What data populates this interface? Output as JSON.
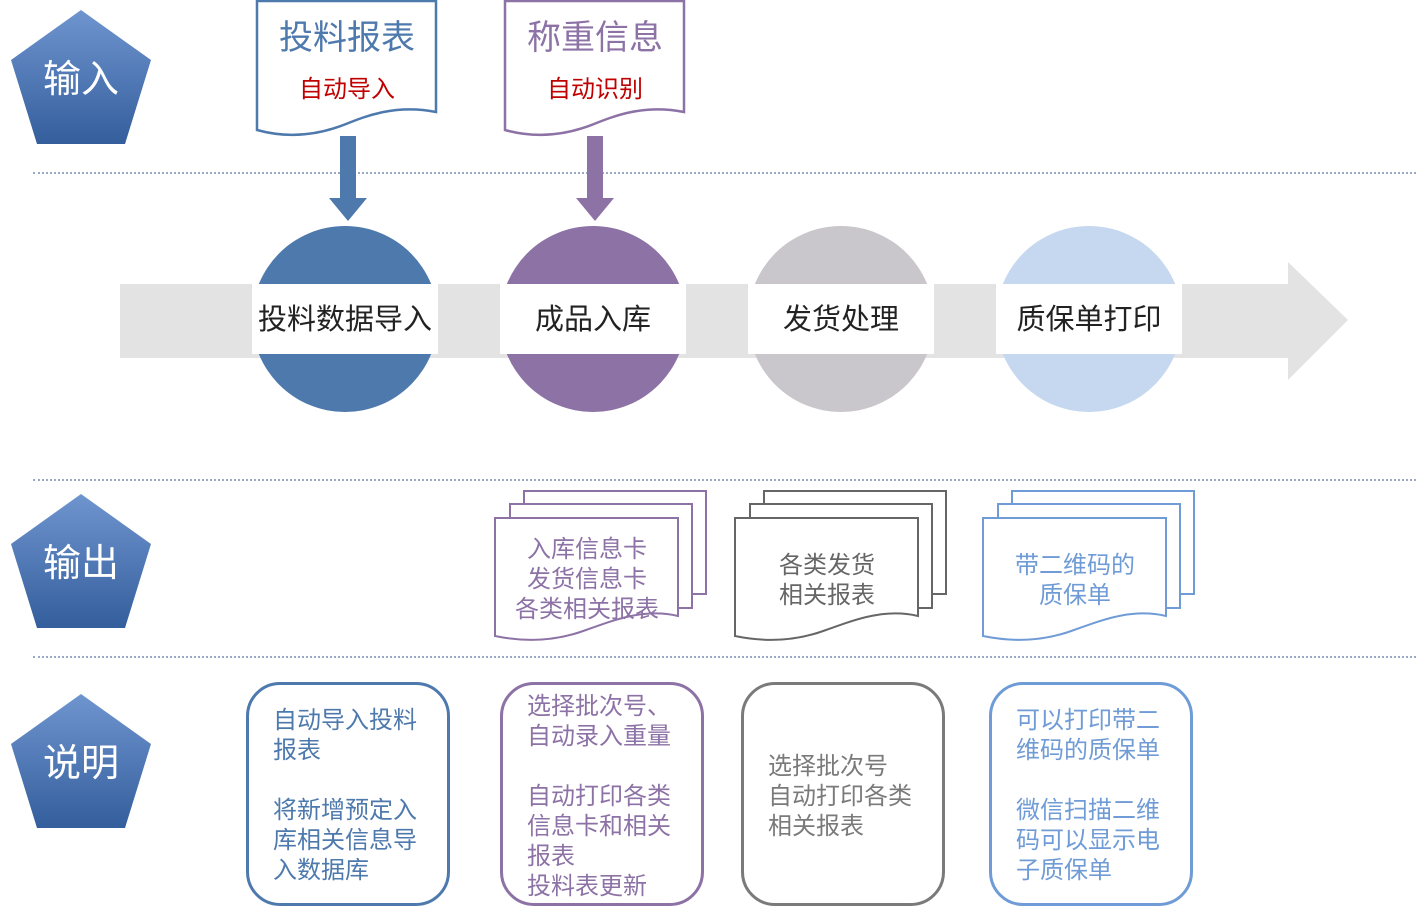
{
  "colors": {
    "blue": "#4e79ad",
    "purple": "#8d72a6",
    "gray": "#c9c6cc",
    "lightblue": "#c5d8f0",
    "red": "#c00000"
  },
  "rows": {
    "input": "输入",
    "output": "输出",
    "notes": "说明"
  },
  "inputs": [
    {
      "title": "投料报表",
      "sub": "自动导入"
    },
    {
      "title": "称重信息",
      "sub": "自动识别"
    }
  ],
  "steps": [
    "投料数据导入",
    "成品入库",
    "发货处理",
    "质保单打印"
  ],
  "outputs": [
    {
      "lines": [
        "入库信息卡",
        "发货信息卡",
        "各类相关报表"
      ]
    },
    {
      "lines": [
        "各类发货",
        "相关报表"
      ]
    },
    {
      "lines": [
        "带二维码的",
        "质保单"
      ]
    }
  ],
  "notes": [
    {
      "text": "自动导入投料\n报表\n\n将新增预定入\n库相关信息导\n入数据库"
    },
    {
      "text": "选择批次号、\n自动录入重量\n\n自动打印各类\n信息卡和相关\n报表\n投料表更新"
    },
    {
      "text": "选择批次号\n自动打印各类\n相关报表"
    },
    {
      "text": "可以打印带二\n维码的质保单\n\n微信扫描二维\n码可以显示电\n子质保单"
    }
  ]
}
